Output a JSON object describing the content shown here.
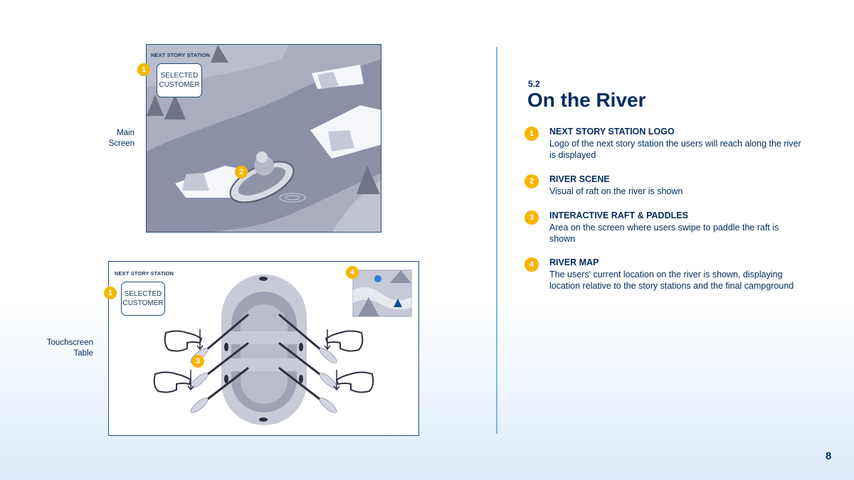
{
  "main_screen": {
    "label_line1": "Main",
    "label_line2": "Screen",
    "station_label": "NEXT STORY STATION",
    "customer_line1": "SELECTED",
    "customer_line2": "CUSTOMER",
    "badge1": "1",
    "badge2": "2"
  },
  "touch_table": {
    "label_line1": "Touchscreen",
    "label_line2": "Table",
    "station_label": "NEXT STORY STATION",
    "customer_line1": "SELECTED",
    "customer_line2": "CUSTOMER",
    "badge1": "1",
    "badge3": "3",
    "badge4": "4"
  },
  "section": {
    "number": "5.2",
    "title": "On the River"
  },
  "legend": [
    {
      "num": "1",
      "title": "NEXT STORY STATION LOGO",
      "desc": "Logo of the next story station the users will reach along the river is displayed"
    },
    {
      "num": "2",
      "title": "RIVER SCENE",
      "desc": "Visual of raft on the river is shown"
    },
    {
      "num": "3",
      "title": "INTERACTIVE RAFT & PADDLES",
      "desc": "Area on the screen where users swipe to paddle the raft is shown"
    },
    {
      "num": "4",
      "title": "RIVER MAP",
      "desc": "The users' current location on the river is shown, displaying location relative to the story stations and the final campground"
    }
  ],
  "page_number": "8",
  "colors": {
    "accent": "#f6b500",
    "navy": "#032d60",
    "divider": "#7cb8e0"
  }
}
